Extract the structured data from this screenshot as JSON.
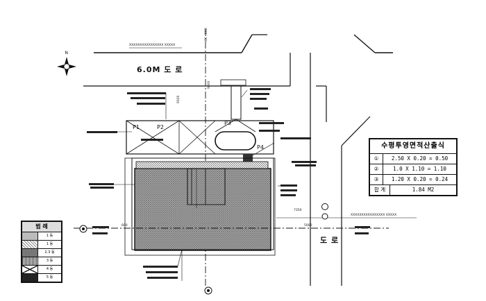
{
  "road_top_label": "6.0M  도  로",
  "road_right_label": "도  로",
  "north_label": "N",
  "points": {
    "p1": "P1",
    "p2": "P2",
    "p3": "P3",
    "p4": "P4"
  },
  "dims": {
    "d1": "9100",
    "d2": "9000",
    "d3": "7350",
    "d4": "5000",
    "d5": "600"
  },
  "area_table": {
    "title": "수평투영면적산출식",
    "rows": [
      {
        "num": "①",
        "expr": "2.50 X 0.20 = 0.50"
      },
      {
        "num": "②",
        "expr": "1.0  X 1.10 = 1.10"
      },
      {
        "num": "③",
        "expr": "1.20 X 0.20 = 0.24"
      }
    ],
    "total_label": "합 계",
    "total_value": "1.84 M2"
  },
  "legend": {
    "title": "범 례",
    "items": [
      "1 동",
      "1 동",
      "2.3 동",
      "3 동",
      "4 동",
      "5 동"
    ]
  },
  "colors": {
    "ink": "#111111",
    "fill_dot": "#9a9a9a"
  }
}
